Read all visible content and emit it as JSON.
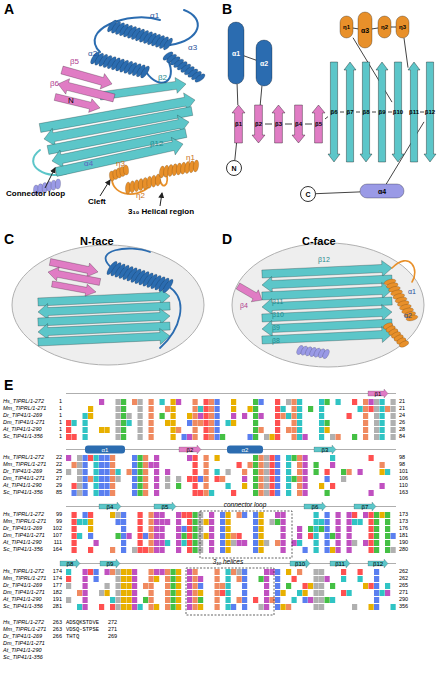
{
  "diagram": {
    "nodes": [
      {
        "text": [
          "N"
        ]
      },
      {
        "text": [
          "β1"
        ]
      },
      {
        "text": [
          "α1"
        ]
      },
      {
        "text": [
          "α2"
        ]
      },
      {
        "text": [
          "β2"
        ]
      },
      {
        "text": [
          "β3"
        ]
      },
      {
        "text": [
          "β4"
        ]
      },
      {
        "text": [
          "β5"
        ]
      },
      {
        "text": [
          "β6"
        ]
      },
      {
        "text": [
          "β7"
        ]
      },
      {
        "text": [
          "β8"
        ]
      },
      {
        "text": [
          "β9"
        ]
      },
      {
        "text": [
          "β10"
        ]
      },
      {
        "text": [
          "η1"
        ]
      },
      {
        "text": [
          "α3"
        ]
      },
      {
        "text": [
          "η2"
        ]
      },
      {
        "text": [
          "η3"
        ]
      },
      {
        "text": [
          "β11"
        ]
      },
      {
        "text": [
          "β12"
        ]
      },
      {
        "text": [
          "α4"
        ]
      },
      {
        "text": [
          "C"
        ]
      }
    ],
    "edges": [
      {
        "from": 0,
        "to": 1,
        "arrow": "none"
      },
      {
        "from": 1,
        "to": 2,
        "arrow": "none"
      },
      {
        "from": 2,
        "to": 3,
        "arrow": "none"
      },
      {
        "from": 3,
        "to": 4,
        "arrow": "none"
      },
      {
        "from": 4,
        "to": 5,
        "arrow": "none"
      },
      {
        "from": 5,
        "to": 6,
        "arrow": "none"
      },
      {
        "from": 6,
        "to": 7,
        "arrow": "none"
      },
      {
        "from": 7,
        "to": 8,
        "arrow": "none"
      },
      {
        "from": 8,
        "to": 9,
        "arrow": "none"
      },
      {
        "from": 9,
        "to": 10,
        "arrow": "none"
      },
      {
        "from": 10,
        "to": 11,
        "arrow": "none"
      },
      {
        "from": 11,
        "to": 12,
        "arrow": "none"
      },
      {
        "from": 12,
        "to": 13,
        "arrow": "none"
      },
      {
        "from": 13,
        "to": 14,
        "arrow": "none"
      },
      {
        "from": 14,
        "to": 15,
        "arrow": "none"
      },
      {
        "from": 15,
        "to": 16,
        "arrow": "none"
      },
      {
        "from": 16,
        "to": 17,
        "arrow": "none"
      },
      {
        "from": 17,
        "to": 18,
        "arrow": "none"
      },
      {
        "from": 18,
        "to": 19,
        "arrow": "none"
      },
      {
        "from": 19,
        "to": 20,
        "arrow": "none"
      }
    ],
    "labels": [
      "A",
      "α1",
      "α2",
      "α3",
      "β5",
      "β6",
      "N",
      "β2",
      "β12",
      "α4",
      "η3",
      "η2",
      "η1",
      "Connector loop",
      "Cleft",
      "3₁₀ Helical region",
      "B",
      "C",
      "N-face",
      "D",
      "C-face",
      "β4",
      "β12",
      "β11",
      "β10",
      "β9",
      "β8",
      "α1",
      "α2",
      "E",
      "β1",
      "Hs_TIPRL/1-272",
      "1",
      "21",
      "Mm_TIPRL/1-271",
      "1",
      "21",
      "Dr_TIP41/1-269",
      "1",
      "24",
      "Dm_TIP41/1-271",
      "1",
      "26",
      "At_TIP41/1-290",
      "1",
      "28",
      "Sc_TIP41/1-356",
      "1",
      "84",
      "α1",
      "β2",
      "α2",
      "β3",
      "Hs_TIPRL/1-272",
      "22",
      "98",
      "Mm_TIPRL/1-271",
      "22",
      "98",
      "Dr_TIP41/1-269",
      "25",
      "101",
      "Dm_TIP41/1-271",
      "27",
      "106",
      "At_TIP41/1-290",
      "29",
      "110",
      "Sc_TIP41/1-356",
      "85",
      "163",
      "β4",
      "β5",
      "connector loop",
      "β6",
      "β7",
      "Hs_TIPRL/1-272",
      "99",
      "173",
      "Mm_TIPRL/1-271",
      "99",
      "173",
      "Dr_TIP41/1-269",
      "102",
      "176",
      "Dm_TIP41/1-271",
      "107",
      "181",
      "At_TIP41/1-290",
      "111",
      "190",
      "Sc_TIP41/1-356",
      "164",
      "280",
      "β8",
      "β9",
      "3₁₀ helices",
      "β10",
      "β11",
      "β12",
      "Hs_TIPRL/1-272",
      "174",
      "262",
      "Mm_TIPRL/1-271",
      "174",
      "262",
      "Dr_TIP41/1-269",
      "177",
      "265",
      "Dm_TIP41/1-271",
      "182",
      "271",
      "At_TIP41/1-290",
      "191",
      "290",
      "Sc_TIP41/1-356",
      "281",
      "356",
      "Hs_TIPRL/1-272",
      "263",
      "ADSQKSTDVE",
      "272",
      "Mm_TIPRL/1-271",
      "263",
      "VDSQ-STPSE",
      "271",
      "Dr_TIP41/1-269",
      "266",
      "THTQ",
      "269",
      "Dm_TIP41/1-271",
      "At_TIP41/1-290",
      "Sc_TIP41/1-356"
    ]
  }
}
